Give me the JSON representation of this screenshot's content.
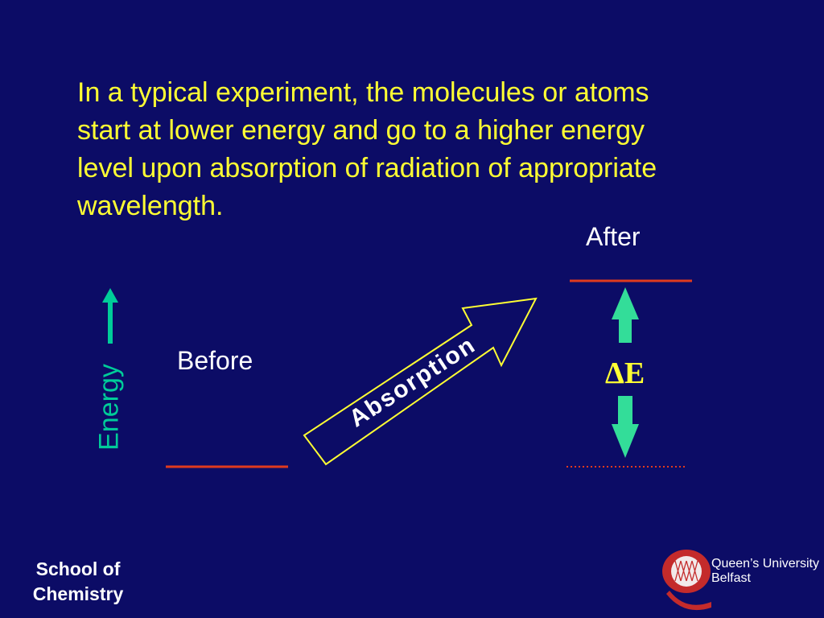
{
  "description_lines": [
    "In a typical experiment, the molecules or atoms",
    "start at lower energy and go to a higher energy",
    "level upon absorption of radiation of appropriate",
    "wavelength."
  ],
  "diagram": {
    "after_label": "After",
    "before_label": "Before",
    "energy_axis_label": "Energy",
    "process_label": "Absorption",
    "delta_label": "ΔE"
  },
  "footer": {
    "line1": "School of",
    "line2": "Chemistry"
  },
  "logo": {
    "name_line1": "Queen’s University",
    "name_line2": "Belfast"
  },
  "colors": {
    "background": "#0c0c66",
    "text_main": "#ffff33",
    "energy_level": "#e03a1e",
    "energy_arrow": "#00cc99",
    "delta_arrow": "#33dd99",
    "absorption_outline": "#ffff33",
    "logo_red": "#c42b2b"
  }
}
